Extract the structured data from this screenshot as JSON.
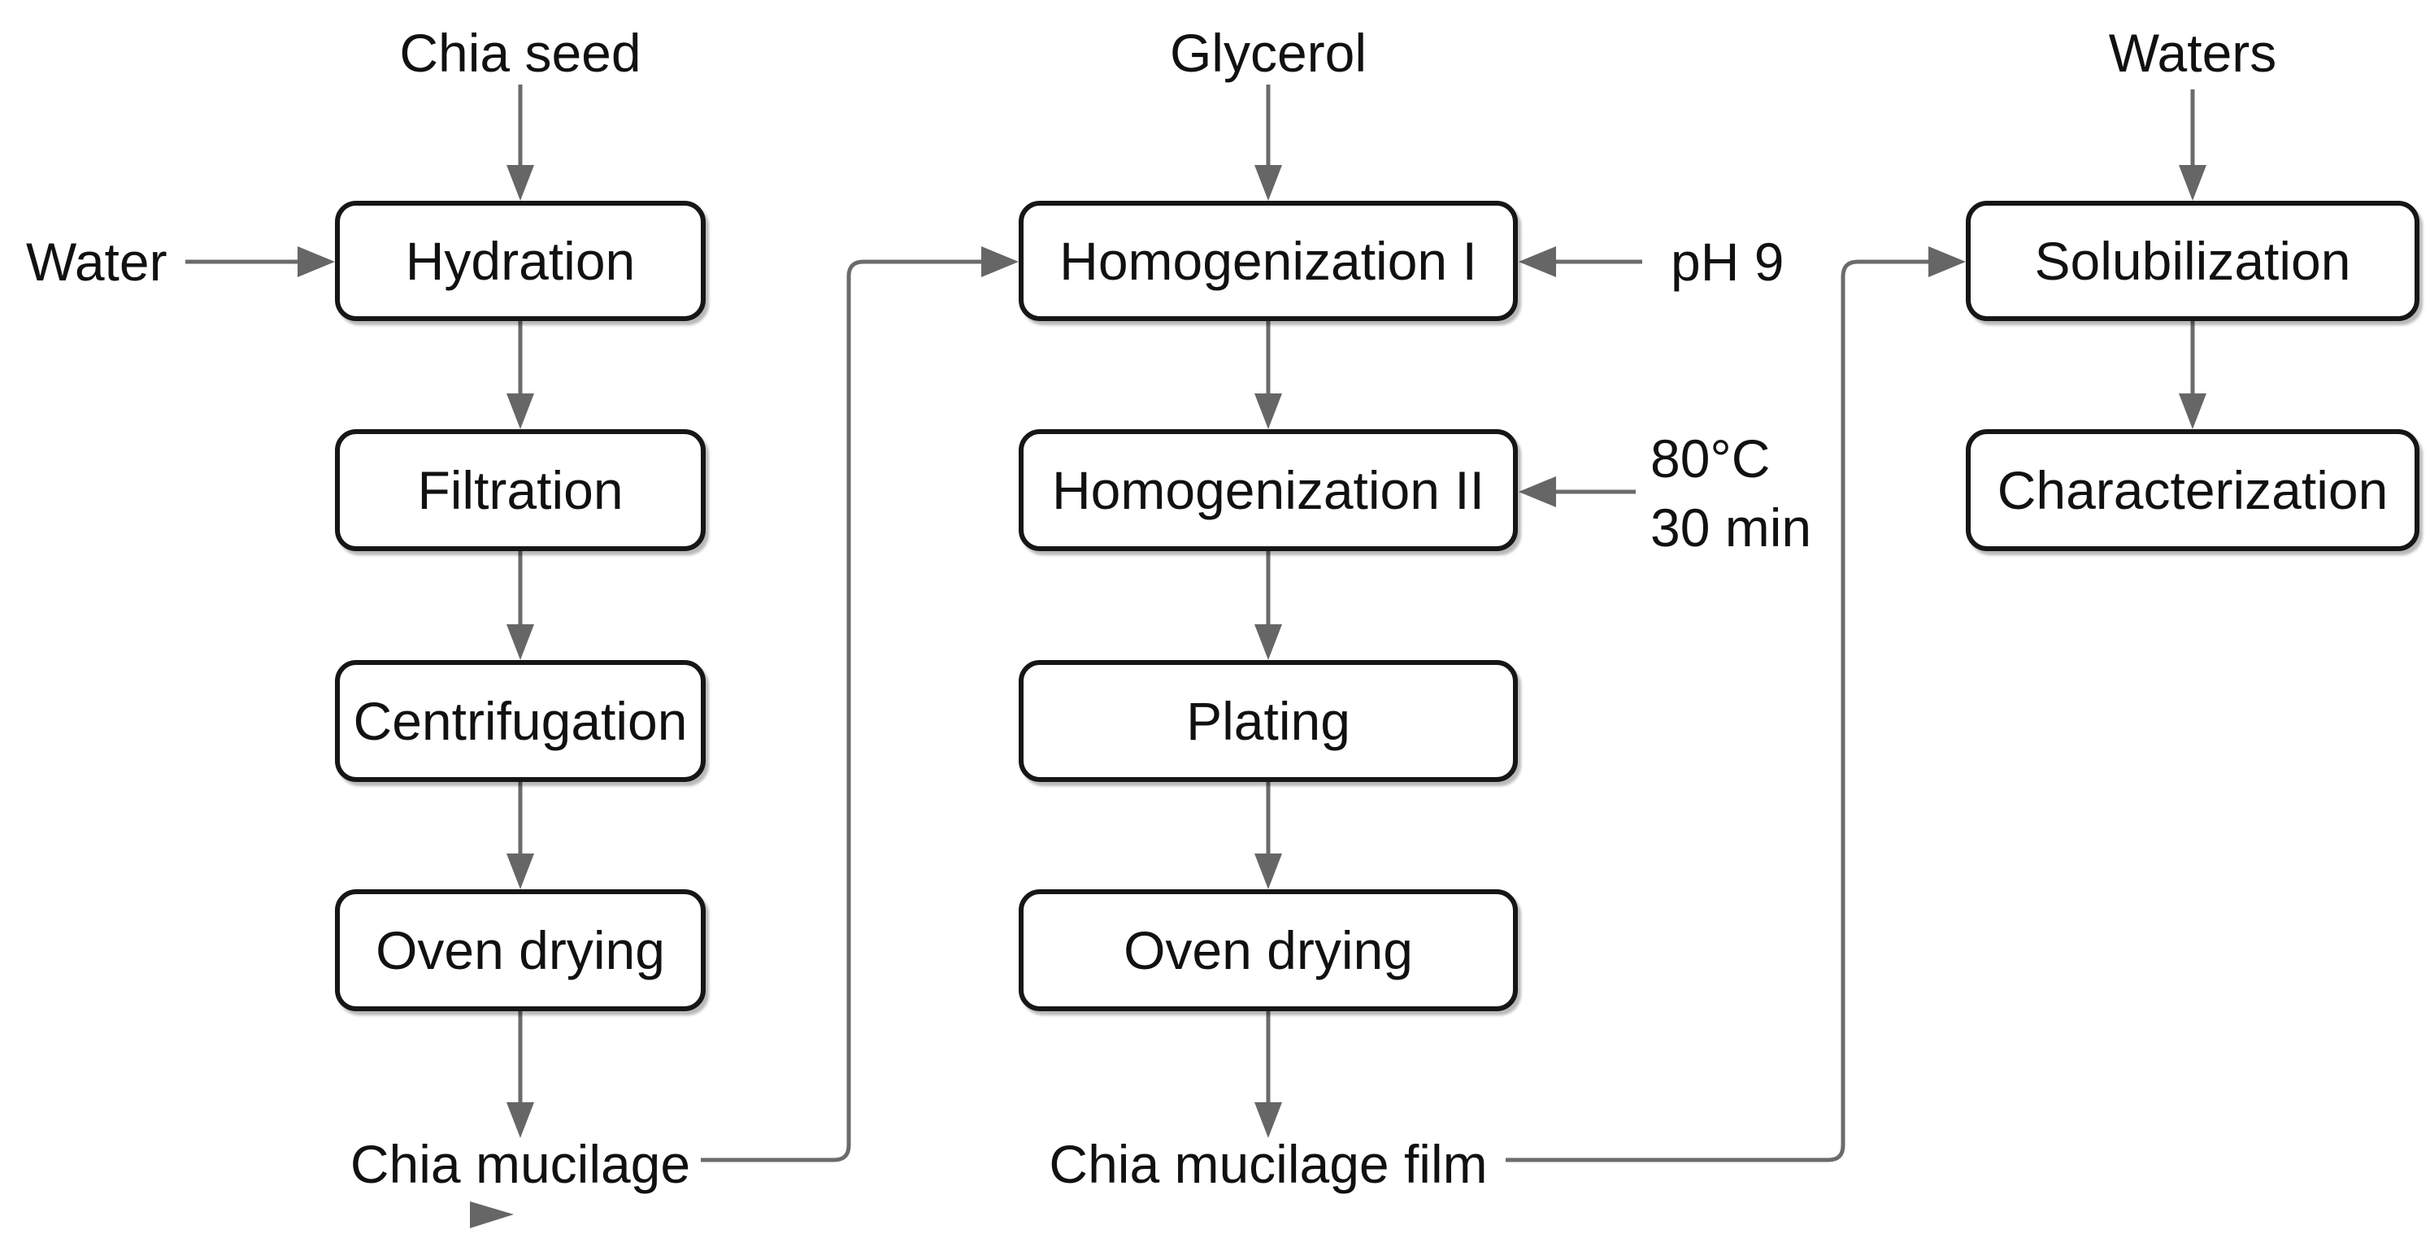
{
  "colors": {
    "background": "#ffffff",
    "box_fill": "#ffffff",
    "box_border": "#161616",
    "text": "#111111",
    "arrow": "#6b6b6b"
  },
  "mucilage_extraction_flow": {
    "top_input": "Chia seed",
    "side_input": "Water",
    "step1": "Hydration",
    "step2": "Filtration",
    "step3": "Centrifugation",
    "step4": "Oven drying",
    "output": "Chia mucilage"
  },
  "film_production_flow": {
    "top_input": "Glycerol",
    "step1": "Homogenization I",
    "step1_annotation": "pH 9",
    "step2": "Homogenization II",
    "step2_annotation_line1": "80°C",
    "step2_annotation_line2": "30 min",
    "step3": "Plating",
    "step4": "Oven drying",
    "output": "Chia mucilage film"
  },
  "analysis_flow": {
    "top_input": "Waters",
    "step1": "Solubilization",
    "step2": "Characterization"
  }
}
